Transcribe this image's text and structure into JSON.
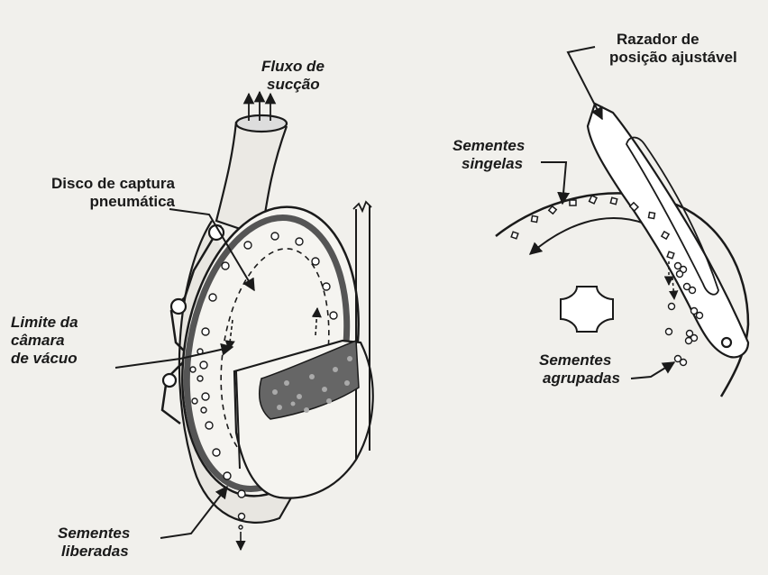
{
  "labels": {
    "fluxo_line1": "Fluxo de",
    "fluxo_line2": "sucção",
    "disco_line1": "Disco de captura",
    "disco_line2": "pneumática",
    "limite_line1": "Limite da",
    "limite_line2": "câmara",
    "limite_line3": "de vácuo",
    "liberadas_line1": "Sementes",
    "liberadas_line2": "liberadas",
    "razador_line1": "Razador de",
    "razador_line2": "posição ajustável",
    "singelas_line1": "Sementes",
    "singelas_line2": "singelas",
    "agrupadas_line1": "Sementes",
    "agrupadas_line2": "agrupadas"
  },
  "colors": {
    "ink": "#1a1a1a",
    "paper": "#f1f0ec",
    "shade": "#555555"
  }
}
